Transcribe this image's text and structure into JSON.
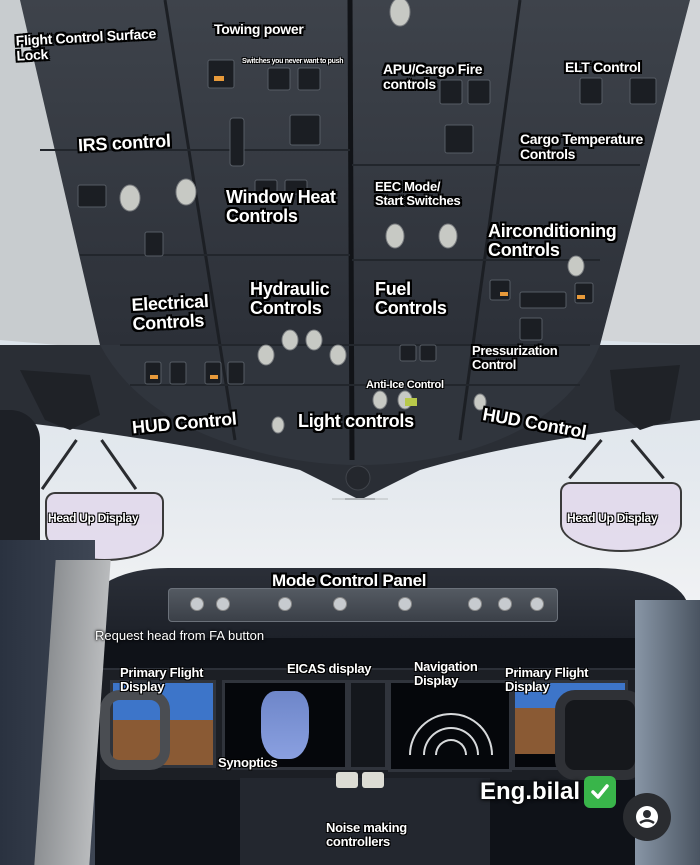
{
  "image": {
    "subject": "Airliner cockpit with annotated overhead panel and flight deck",
    "colors": {
      "label_text": "#ffffff",
      "label_outline": "#000000",
      "panel_gray": "#3b4048",
      "sky": "#dfe6ee",
      "hud_glass": "#e0d6eb",
      "check_green": "#39b54a"
    }
  },
  "overhead_labels": {
    "flight_control_surface_lock": "Flight Control Surface\nLock",
    "towing_power": "Towing power",
    "switches_never_push": "Switches you never want to push",
    "apu_cargo_fire": "APU/Cargo Fire\ncontrols",
    "elt_control": "ELT Control",
    "irs_control": "IRS control",
    "cargo_temperature": "Cargo Temperature\nControls",
    "window_heat": "Window Heat\nControls",
    "eec_mode": "EEC Mode/\nStart Switches",
    "airconditioning": "Airconditioning\nControls",
    "hydraulic": "Hydraulic\nControls",
    "electrical": "Electrical\nControls",
    "fuel": "Fuel\nControls",
    "pressurization": "Pressurization\nControl",
    "anti_ice": "Anti-Ice Control",
    "hud_control_left": "HUD Control",
    "light_controls": "Light controls",
    "hud_control_right": "HUD Control"
  },
  "hud_labels": {
    "left": "Head Up Display",
    "right": "Head Up Display"
  },
  "flight_deck_labels": {
    "mode_control_panel": "Mode Control Panel",
    "request_head": "Request head from FA button",
    "pfd_left": "Primary Flight\nDisplay",
    "eicas": "EICAS display",
    "navigation": "Navigation\nDisplay",
    "pfd_right": "Primary Flight\nDisplay",
    "synoptics": "Synoptics",
    "noise_making": "Noise making\ncontrollers"
  },
  "watermark": {
    "name": "Eng.bilal",
    "verified_icon": "check-mark-icon",
    "profile_icon": "user-profile-icon"
  }
}
